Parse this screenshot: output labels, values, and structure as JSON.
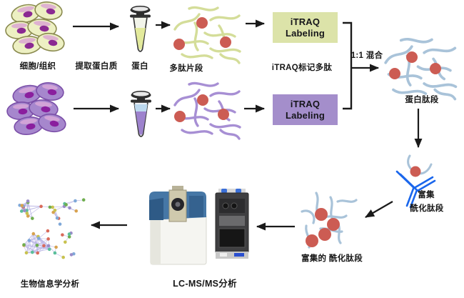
{
  "diagram": {
    "type": "workflow",
    "topic": "iTRAQ quantitative proteomics experimental workflow"
  },
  "labels": {
    "cells_tissue": "细胞/组织",
    "extract_protein": "提取蛋白质",
    "protein": "蛋白",
    "peptide_fragments": "多肽片段",
    "itraq_box_line1": "iTRAQ",
    "itraq_box_line2": "Labeling",
    "itraq_labeled_peptides": "iTRAQ标记多肽",
    "mix_ratio": "1:1 混合",
    "protein_peptides": "蛋白肽段",
    "enrich": "富集",
    "acylated_peptides": "酰化肽段",
    "enriched_acylated_peptides": "富集的 酰化肽段",
    "lcms_analysis": "LC-MS/MS分析",
    "bioinformatics_analysis": "生物信息学分析"
  },
  "colors": {
    "green_box": "#dce3a9",
    "purple_box": "#a48ecb",
    "peptide_green": "#d4dd99",
    "peptide_purple": "#a78fd4",
    "peptide_blue": "#a9c3d9",
    "dot_red": "#cc5c53",
    "antibody_blue": "#1a66ec",
    "arrow_black": "#1a1a1a"
  },
  "icons": {
    "arrow": "black line with triangular head",
    "tube_sample1": "microcentrifuge tube with yellow-green liquid",
    "tube_sample2": "microcentrifuge tube with purple liquid",
    "antibody": "blue Y-shaped antibody capturing modified peptide",
    "mass_spectrometer": "LC-MS/MS instruments",
    "network": "protein interaction network graph"
  }
}
